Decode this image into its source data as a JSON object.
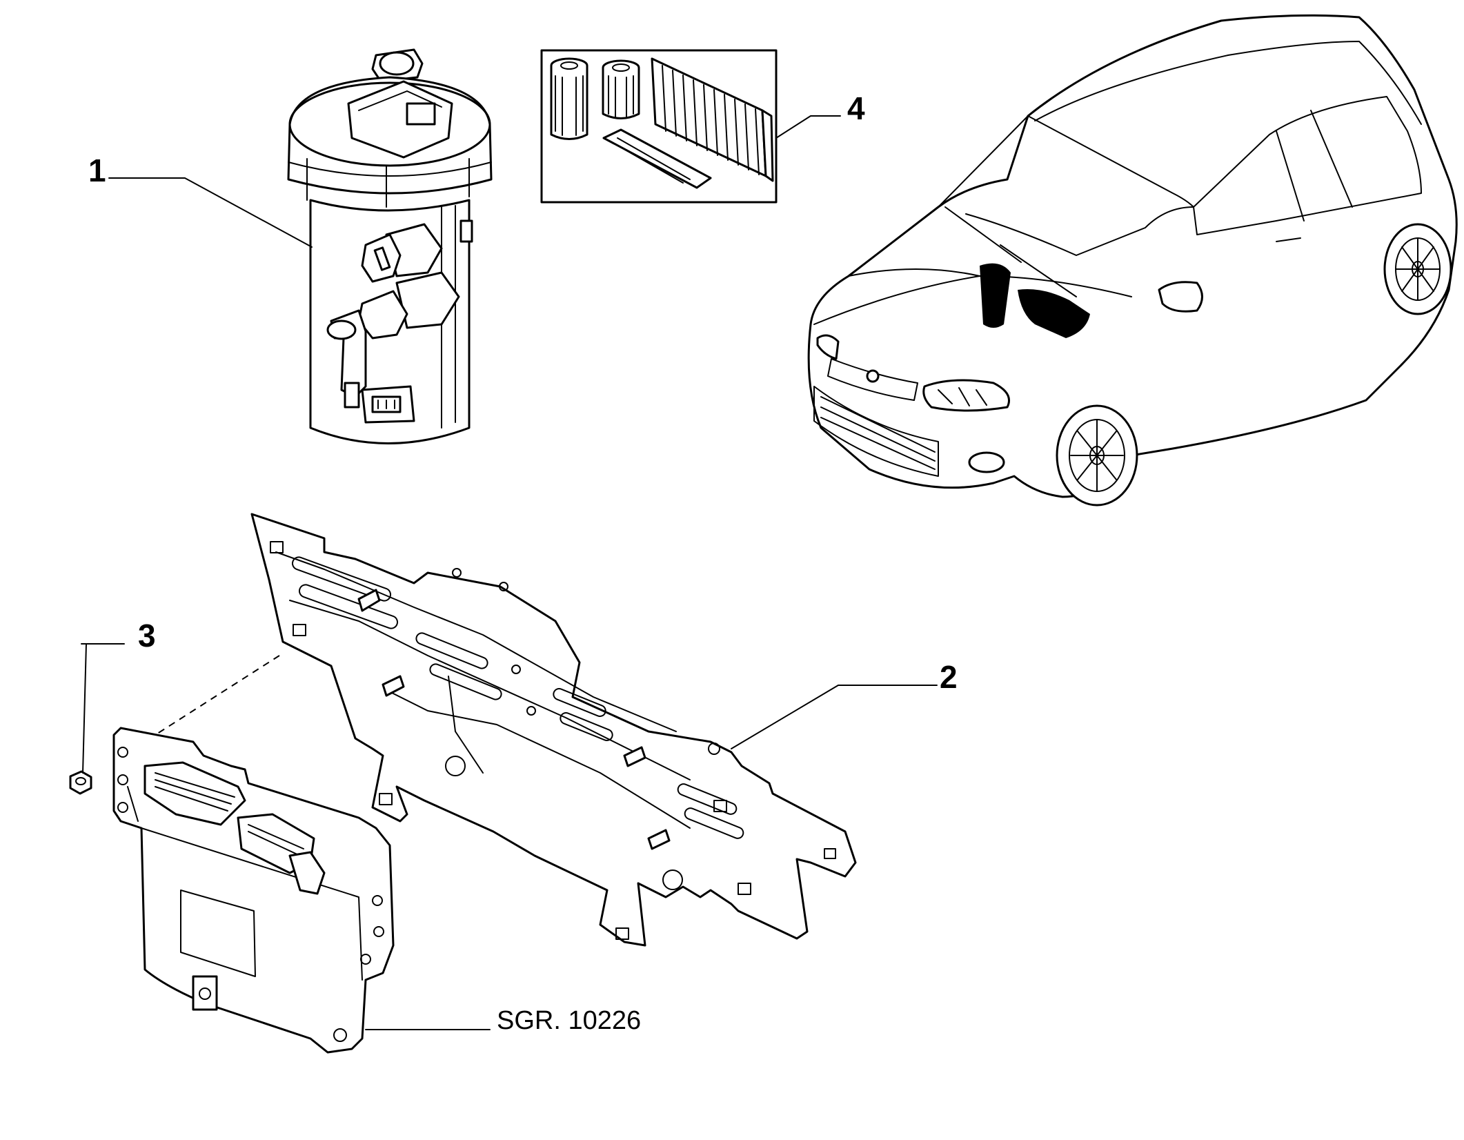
{
  "callouts": [
    {
      "id": "1",
      "label": "1"
    },
    {
      "id": "2",
      "label": "2"
    },
    {
      "id": "3",
      "label": "3"
    },
    {
      "id": "4",
      "label": "4"
    }
  ],
  "reference": {
    "label": "SGR. 10226"
  }
}
